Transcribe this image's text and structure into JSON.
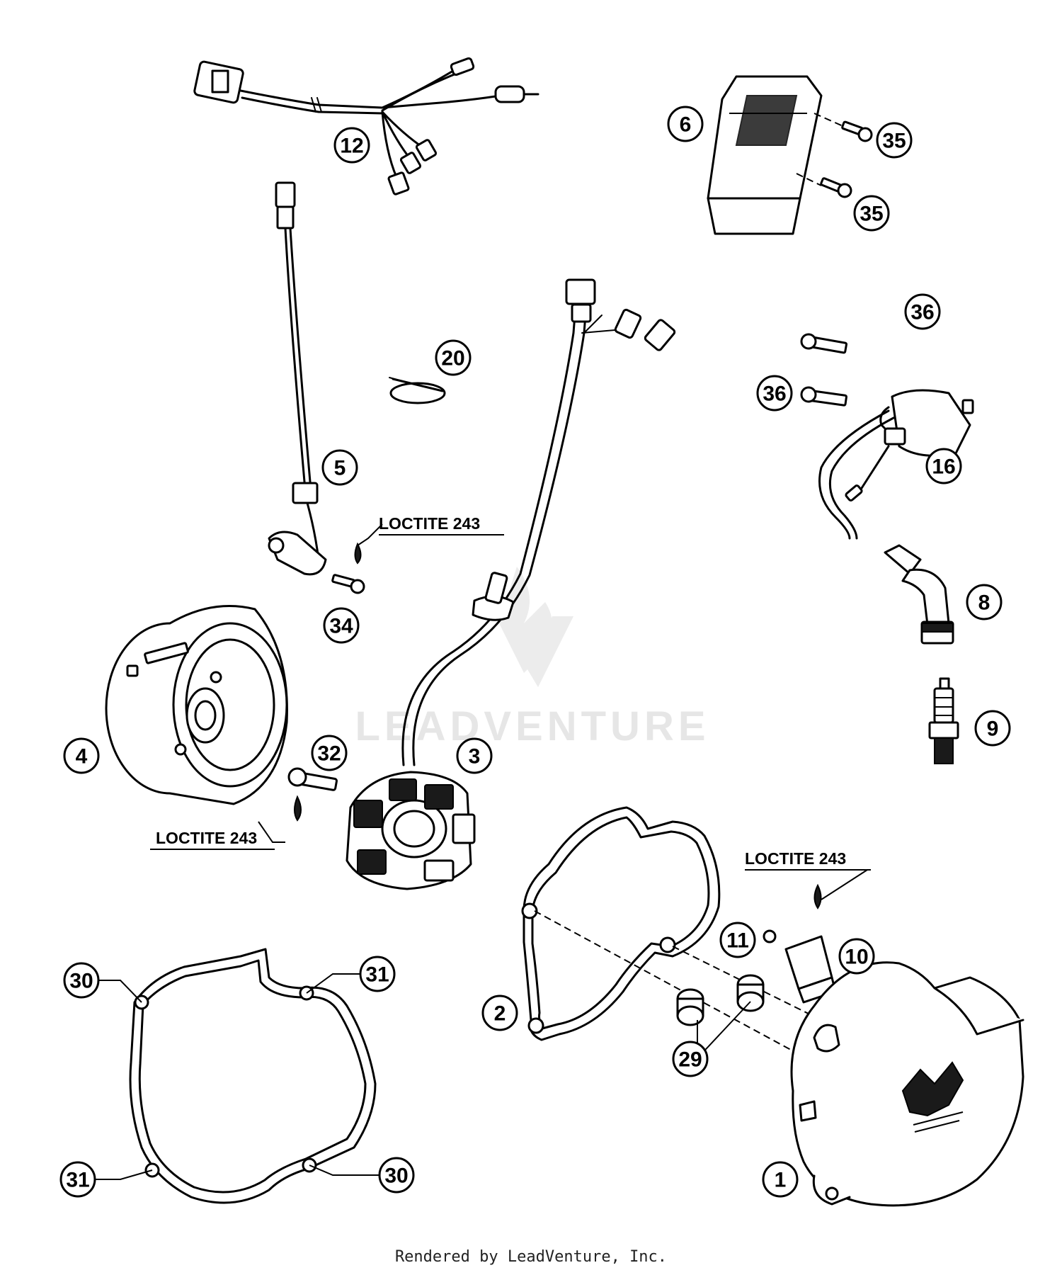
{
  "diagram": {
    "callouts": [
      {
        "id": "1",
        "text": "1"
      },
      {
        "id": "2",
        "text": "2"
      },
      {
        "id": "3",
        "text": "3"
      },
      {
        "id": "4",
        "text": "4"
      },
      {
        "id": "5",
        "text": "5"
      },
      {
        "id": "6",
        "text": "6"
      },
      {
        "id": "8",
        "text": "8"
      },
      {
        "id": "9",
        "text": "9"
      },
      {
        "id": "10",
        "text": "10"
      },
      {
        "id": "11",
        "text": "11"
      },
      {
        "id": "12",
        "text": "12"
      },
      {
        "id": "16",
        "text": "16"
      },
      {
        "id": "20",
        "text": "20"
      },
      {
        "id": "29",
        "text": "29"
      },
      {
        "id": "30",
        "text": "30"
      },
      {
        "id": "31",
        "text": "31"
      },
      {
        "id": "32",
        "text": "32"
      },
      {
        "id": "34",
        "text": "34"
      },
      {
        "id": "35",
        "text": "35"
      },
      {
        "id": "36",
        "text": "36"
      }
    ],
    "loctite_label": "LOCTITE 243"
  },
  "watermark": "LEADVENTURE",
  "footer": "Rendered by LeadVenture, Inc."
}
